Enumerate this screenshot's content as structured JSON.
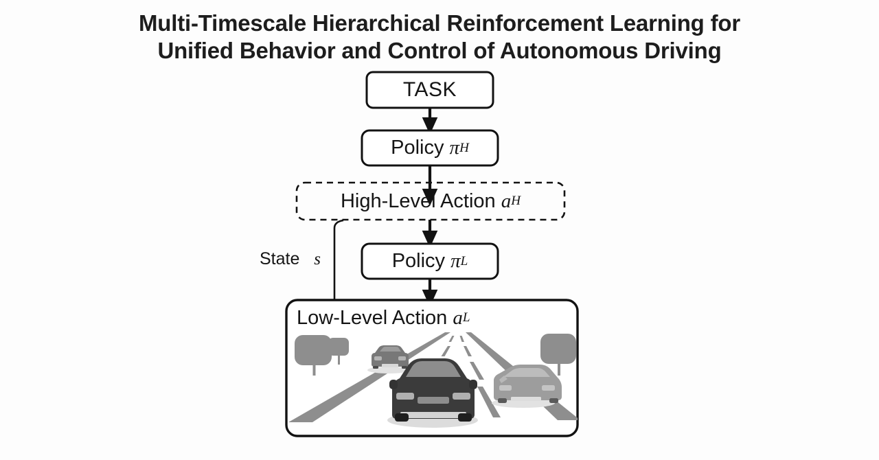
{
  "title": {
    "line1": "Multi-Timescale Hierarchical Reinforcement Learning for",
    "line2": "Unified Behavior and Control of Autonomous Driving"
  },
  "diagram": {
    "nodes": [
      {
        "id": "task",
        "label": "TASK",
        "symbol": "",
        "subscript": "",
        "border": "solid",
        "shape": "rounded-rect"
      },
      {
        "id": "policy_high",
        "label": "Policy",
        "symbol": "π",
        "subscript": "H",
        "border": "solid",
        "shape": "rounded-rect"
      },
      {
        "id": "high_action",
        "label": "High-Level Action",
        "symbol": "a",
        "subscript": "H",
        "border": "dashed",
        "shape": "rounded-rect"
      },
      {
        "id": "policy_low",
        "label": "Policy",
        "symbol": "π",
        "subscript": "L",
        "border": "solid",
        "shape": "rounded-rect"
      },
      {
        "id": "low_action",
        "label": "Low-Level Action",
        "symbol": "a",
        "subscript": "L",
        "border": "solid",
        "shape": "rounded-rect"
      }
    ],
    "edges": [
      {
        "from": "task",
        "to": "policy_high",
        "type": "arrow",
        "label": ""
      },
      {
        "from": "policy_high",
        "to": "high_action",
        "type": "arrow",
        "label": ""
      },
      {
        "from": "high_action",
        "to": "policy_low",
        "type": "arrow",
        "label": ""
      },
      {
        "from": "policy_low",
        "to": "low_action",
        "type": "arrow",
        "label": ""
      },
      {
        "from": "low_action",
        "to": "high_action",
        "type": "feedback-curve",
        "label": "State s"
      }
    ],
    "feedback_label": "State",
    "feedback_symbol": "s"
  },
  "scene": {
    "caption": "Low-Level Action",
    "caption_symbol": "a",
    "caption_subscript": "L",
    "description": "Forward-view driving scene: ego vehicle centered in lane, two surrounding vehicles, dashed lane markings, roadside trees",
    "vehicles": [
      {
        "name": "ego-car",
        "position": "center-lane",
        "color": "#3b3b3b"
      },
      {
        "name": "lead-car-left",
        "position": "left-lane-ahead",
        "color": "#787878"
      },
      {
        "name": "car-right",
        "position": "right-lane",
        "color": "#9d9d9d"
      }
    ],
    "trees": [
      {
        "name": "tree-left-large",
        "side": "left"
      },
      {
        "name": "tree-left-small",
        "side": "left"
      },
      {
        "name": "tree-right-large",
        "side": "right"
      }
    ],
    "lane_markings": {
      "dashed_lines": 2,
      "solid_edges": 2
    }
  },
  "colors": {
    "background": "#fdfdfd",
    "stroke": "#121212",
    "text": "#151515",
    "road_line": "#8e8e8e",
    "ego_car": "#3b3b3b",
    "ego_car_glass": "#8d8d8d",
    "gray_car": "#787878",
    "light_car": "#9d9d9d",
    "tree": "#8e8e8e",
    "shadow": "#dedede"
  }
}
